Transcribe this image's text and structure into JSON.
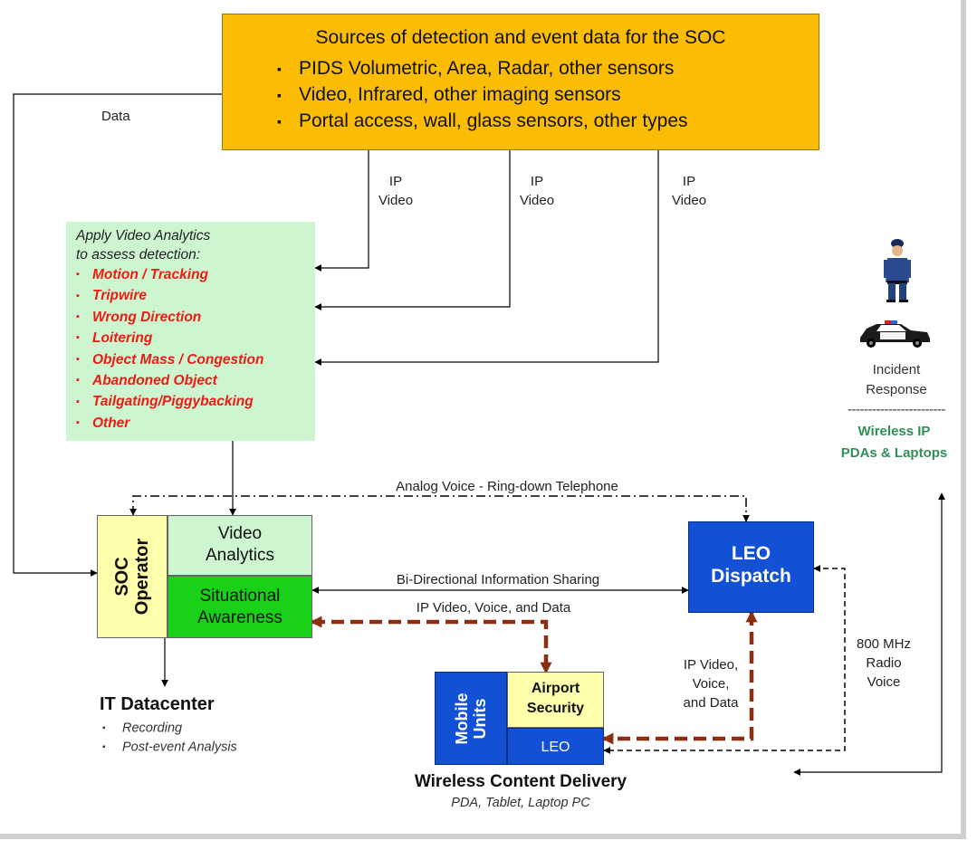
{
  "sources": {
    "title": "Sources of detection and event data for the SOC",
    "items": [
      "PIDS Volumetric, Area, Radar, other sensors",
      "Video, Infrared, other imaging sensors",
      "Portal access, wall, glass sensors, other types"
    ]
  },
  "labels": {
    "data": "Data",
    "ip_video_1_line1": "IP",
    "ip_video_1_line2": "Video",
    "ip_video_2_line1": "IP",
    "ip_video_2_line2": "Video",
    "ip_video_3_line1": "IP",
    "ip_video_3_line2": "Video",
    "analog_voice": "Analog Voice - Ring-down Telephone",
    "bidirectional": "Bi-Directional Information Sharing",
    "ip_video_voice_data": "IP Video, Voice, and Data",
    "ipvvd_right_1": "IP Video,",
    "ipvvd_right_2": "Voice,",
    "ipvvd_right_3": "and Data",
    "radio_1": "800 MHz",
    "radio_2": "Radio",
    "radio_3": "Voice"
  },
  "analytics": {
    "intro_1": "Apply Video Analytics",
    "intro_2": "to assess detection:",
    "items": [
      "Motion / Tracking",
      "Tripwire",
      "Wrong Direction",
      "Loitering",
      "Object Mass / Congestion",
      "Abandoned Object",
      "Tailgating/Piggybacking",
      "Other"
    ]
  },
  "soc": {
    "line1": "SOC",
    "line2": "Operator"
  },
  "video_analytics": {
    "line1": "Video",
    "line2": "Analytics"
  },
  "situational": {
    "line1": "Situational",
    "line2": "Awareness"
  },
  "leo_dispatch": {
    "line1": "LEO",
    "line2": "Dispatch"
  },
  "mobile": {
    "line1": "Mobile",
    "line2": "Units"
  },
  "airport": {
    "line1": "Airport",
    "line2": "Security"
  },
  "leo_unit": "LEO",
  "it": {
    "title": "IT Datacenter",
    "items": [
      "Recording",
      "Post-event Analysis"
    ]
  },
  "wcd": {
    "title": "Wireless Content Delivery",
    "subtitle": "PDA, Tablet, Laptop PC"
  },
  "incident": {
    "line1": "Incident",
    "line2": "Response",
    "separator": "------------------------"
  },
  "wireless": {
    "line1": "Wireless IP",
    "line2": "PDAs & Laptops"
  },
  "colors": {
    "sources_fill": "#fbbd03",
    "analytics_fill": "#cdf5cf",
    "analytics_item": "#ee1b14",
    "soc_fill": "#fffeaa",
    "situational_fill": "#19d119",
    "leo_fill": "#1250d6",
    "dashed_arrow": "#8b2f12",
    "wireless_text": "#2f8f55"
  },
  "icons": [
    "police-officer-icon",
    "police-car-icon"
  ]
}
